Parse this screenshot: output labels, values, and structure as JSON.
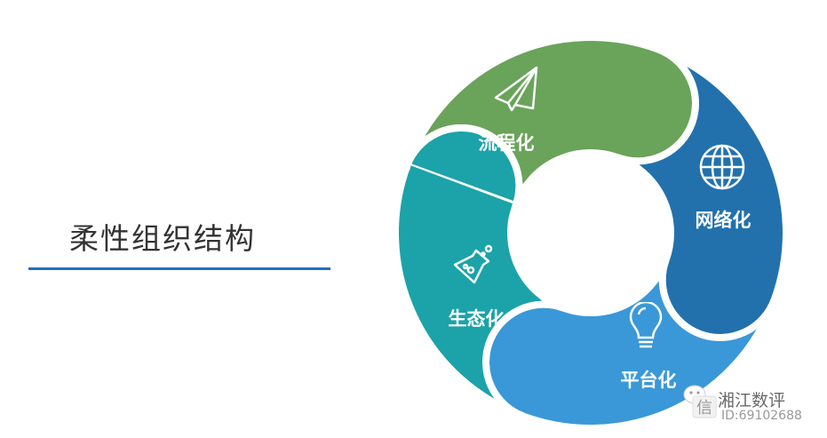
{
  "title": "柔性组织结构",
  "segments": [
    {
      "label": "流程化",
      "icon": "paper-plane-icon",
      "color": "#6aa35a"
    },
    {
      "label": "网络化",
      "icon": "globe-icon",
      "color": "#2271ad"
    },
    {
      "label": "平台化",
      "icon": "light-bulb-icon",
      "color": "#3a98d8"
    },
    {
      "label": "生态化",
      "icon": "flask-icon",
      "color": "#1ba3a9"
    }
  ],
  "watermark": {
    "name": "湘江数评",
    "id": "ID:69102688"
  },
  "colors": {
    "accent_line": "#1f6fc0",
    "title": "#333333"
  }
}
